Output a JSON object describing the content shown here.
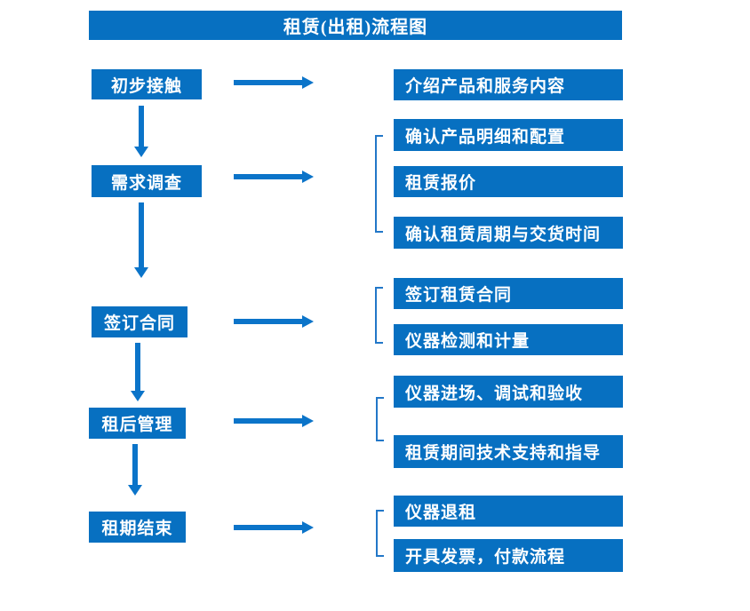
{
  "title": "租赁(出租)流程图",
  "colors": {
    "box_fill": "#0770c1",
    "arrow": "#0b74c9",
    "bracket": "#2277c8",
    "text": "#ffffff",
    "background": "#ffffff"
  },
  "steps": [
    {
      "label": "初步接触",
      "details": [
        "介绍产品和服务内容"
      ]
    },
    {
      "label": "需求调查",
      "details": [
        "确认产品明细和配置",
        "租赁报价",
        "确认租赁周期与交货时间"
      ]
    },
    {
      "label": "签订合同",
      "details": [
        "签订租赁合同",
        "仪器检测和计量"
      ]
    },
    {
      "label": "租后管理",
      "details": [
        "仪器进场、调试和验收",
        "租赁期间技术支持和指导"
      ]
    },
    {
      "label": "租期结束",
      "details": [
        "仪器退租",
        "开具发票，付款流程"
      ]
    }
  ]
}
